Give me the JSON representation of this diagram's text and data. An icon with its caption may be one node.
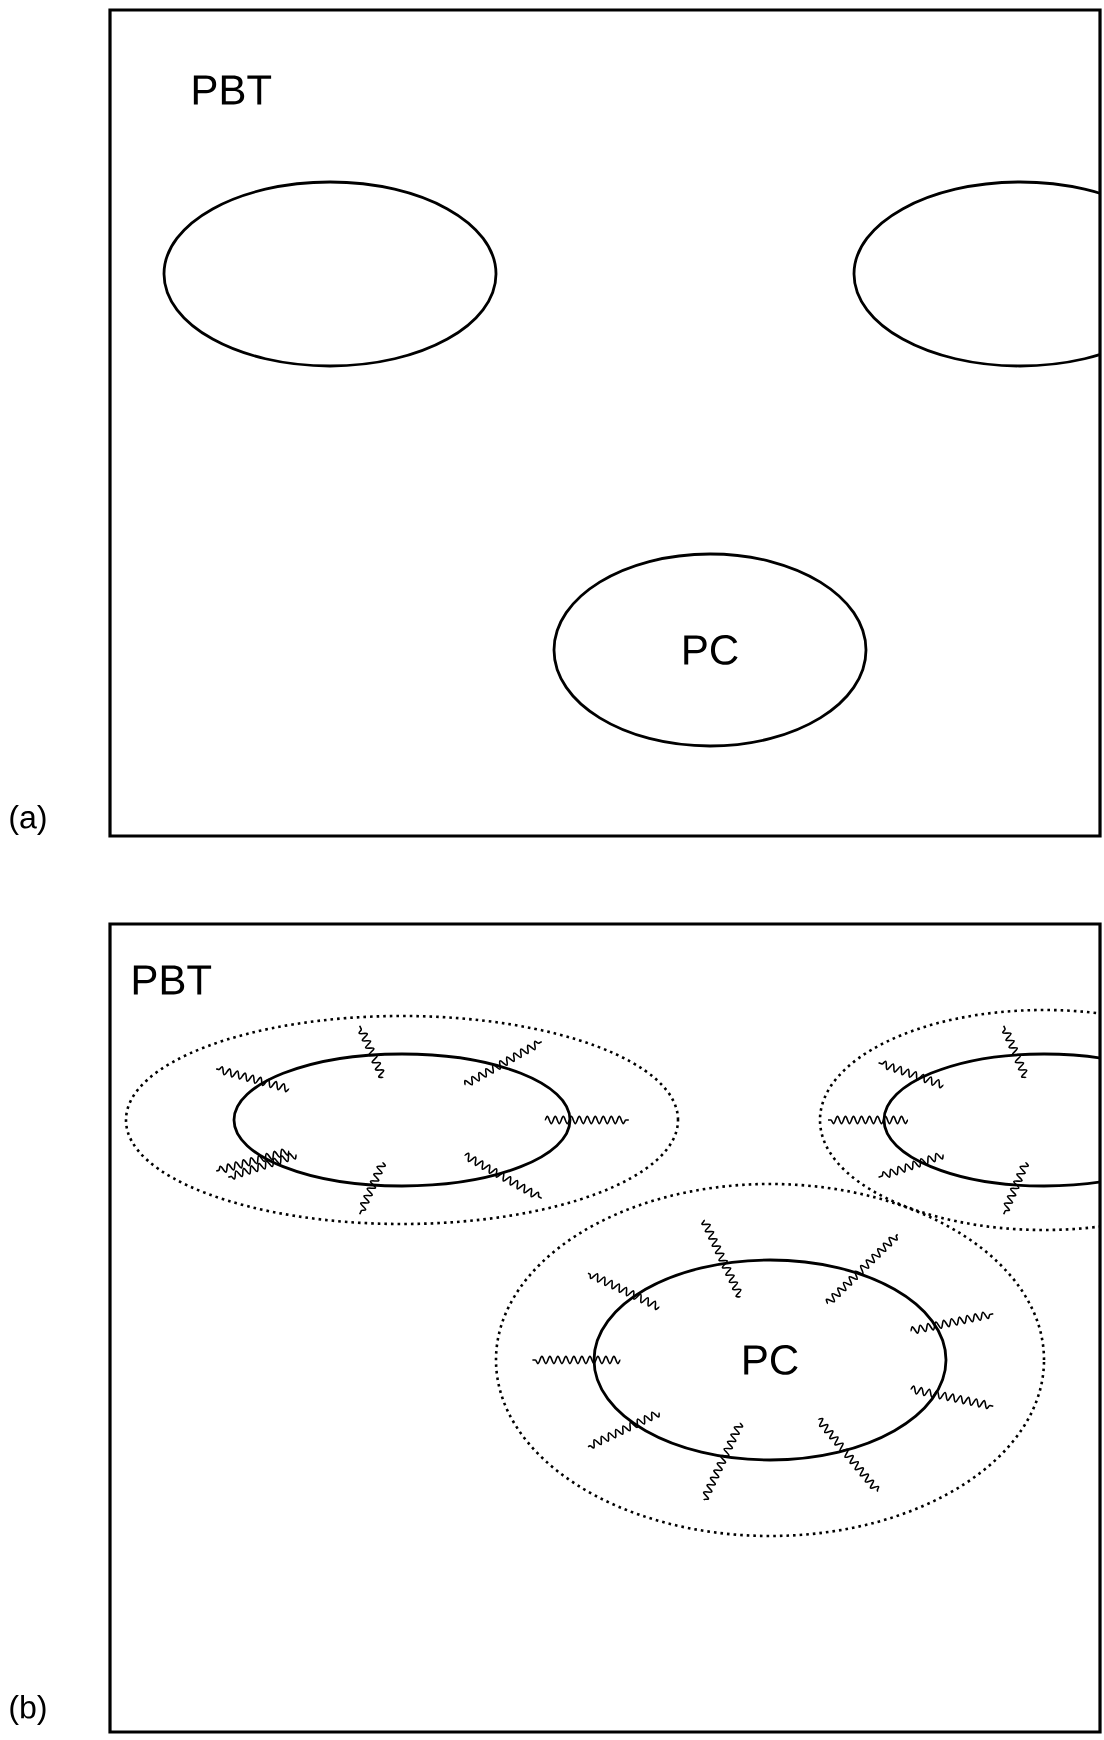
{
  "diagram": {
    "nodes": [
      {
        "text": [
          "PBT"
        ],
        "beside": [
          "(a)"
        ]
      },
      {
        "text": [],
        "shape": "ellipse",
        "in": 0
      },
      {
        "text": [],
        "shape": "ellipse"
      },
      {
        "text": [
          "PC"
        ],
        "in": 0
      },
      {
        "text": [
          "PBT"
        ],
        "beside": [
          "(b)"
        ]
      },
      {
        "text": [],
        "shape": "ellipse",
        "in": 4
      },
      {
        "text": [],
        "shape": "ellipse"
      },
      {
        "text": [
          "PC"
        ],
        "in": 4
      }
    ]
  }
}
